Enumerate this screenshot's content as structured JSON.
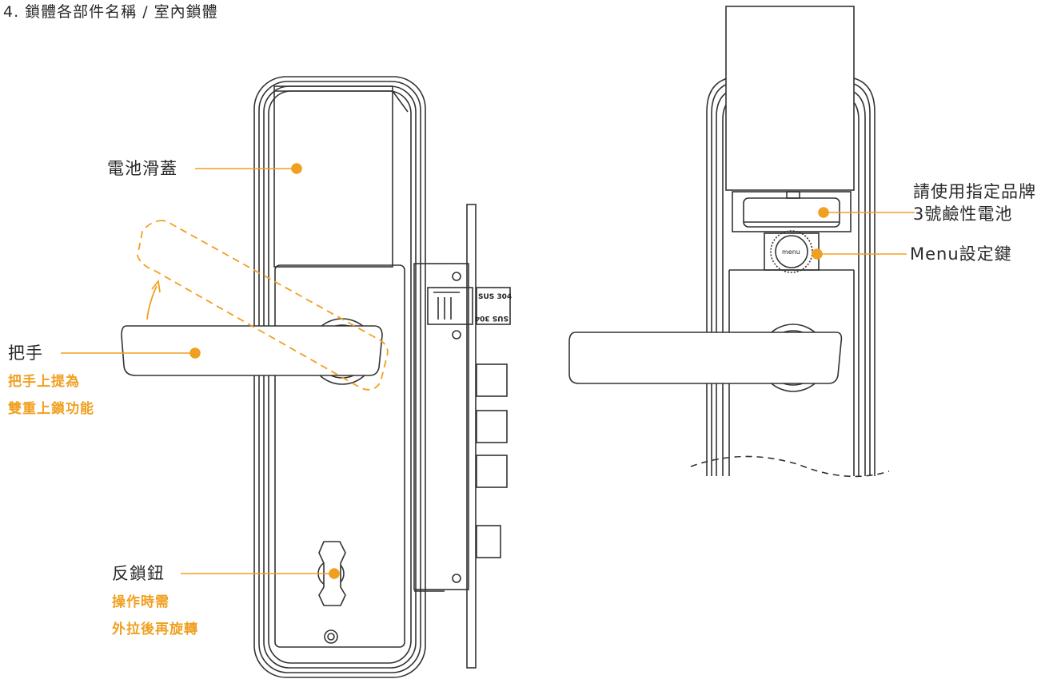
{
  "page_title": "4. 鎖體各部件名稱 / 室內鎖體",
  "accent_color": "#f0a020",
  "line_color": "#333333",
  "labels": {
    "battery_cover": "電池滑蓋",
    "handle": "把手",
    "handle_note_1": "把手上提為",
    "handle_note_2": "雙重上鎖功能",
    "deadbolt_knob": "反鎖鈕",
    "knob_note_1": "操作時需",
    "knob_note_2": "外拉後再旋轉",
    "battery_1": "請使用指定品牌",
    "battery_2": "3號鹼性電池",
    "menu_key": "Menu設定鍵"
  },
  "mortise_plate": {
    "stamp_top": "SUS 304",
    "stamp_bottom": "SUS 304"
  },
  "menu_button_text": "menu"
}
